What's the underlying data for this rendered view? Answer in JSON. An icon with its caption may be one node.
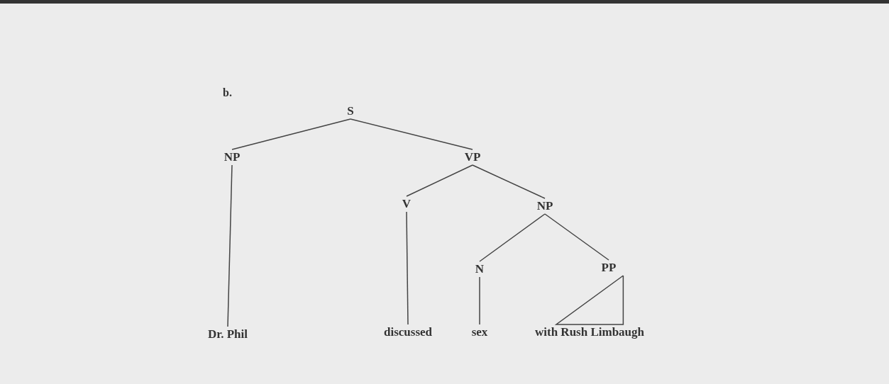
{
  "diagram": {
    "nodes": [
      {
        "text": [
          "S"
        ]
      },
      {
        "text": [
          "NP"
        ]
      },
      {
        "text": [
          "VP"
        ]
      },
      {
        "text": [
          "V"
        ]
      },
      {
        "text": [
          "NP"
        ]
      },
      {
        "text": [
          "N"
        ]
      },
      {
        "text": [
          "PP"
        ]
      },
      {
        "text": [
          "Dr. Phil"
        ]
      },
      {
        "text": [
          "discussed"
        ]
      },
      {
        "text": [
          "sex"
        ]
      },
      {
        "text": [
          "with Rush Limbaugh"
        ]
      }
    ],
    "edges": [
      {
        "from": 0,
        "to": 1,
        "arrow": "none"
      },
      {
        "from": 0,
        "to": 2,
        "arrow": "none"
      },
      {
        "from": 1,
        "to": 7,
        "arrow": "none"
      },
      {
        "from": 2,
        "to": 3,
        "arrow": "none"
      },
      {
        "from": 2,
        "to": 4,
        "arrow": "none"
      },
      {
        "from": 3,
        "to": 8,
        "arrow": "none"
      },
      {
        "from": 4,
        "to": 5,
        "arrow": "none"
      },
      {
        "from": 4,
        "to": 6,
        "arrow": "none"
      },
      {
        "from": 5,
        "to": 9,
        "arrow": "none"
      },
      {
        "from": 6,
        "to": 10,
        "arrow": "none"
      }
    ],
    "labels": [
      "b."
    ]
  }
}
